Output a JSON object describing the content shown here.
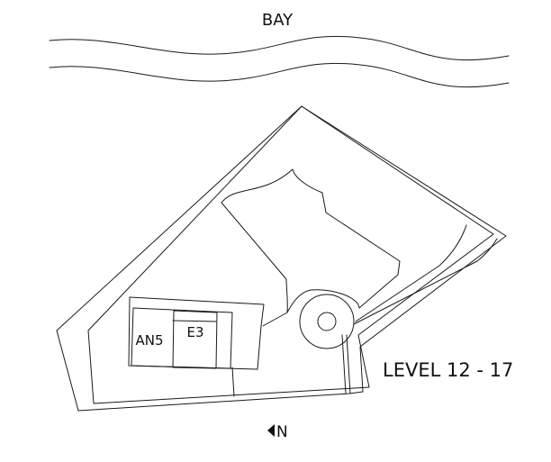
{
  "labels": {
    "water": "BAY",
    "level": "LEVEL 12 - 17",
    "unit_main": "AN5",
    "unit_core": "E3",
    "north": "N"
  },
  "colors": {
    "background": "#ffffff",
    "site_fill": "#e3e3e3",
    "line": "#1a1a1a",
    "unit_fill": "#e3e3e3"
  },
  "icons": {
    "north_arrow": "triangle-left-icon"
  }
}
